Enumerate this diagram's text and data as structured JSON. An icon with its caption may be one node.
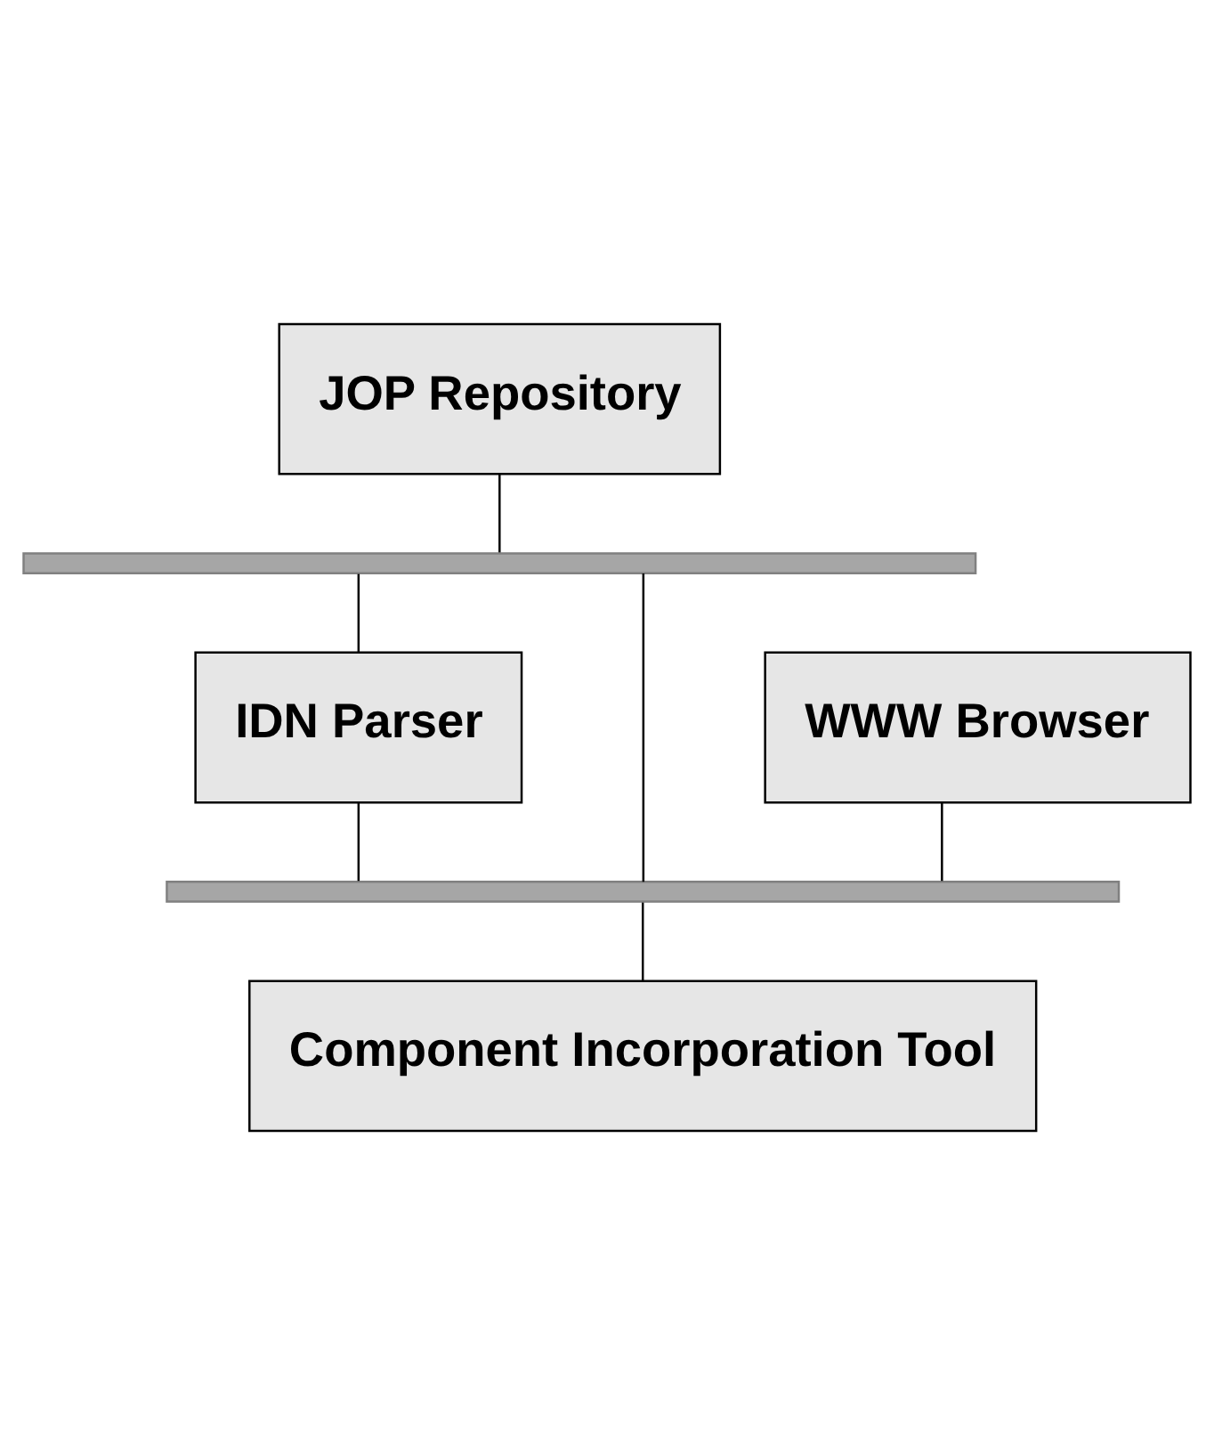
{
  "diagram": {
    "nodes": [
      {
        "text": [
          "JOP Repository"
        ]
      },
      {
        "text": [],
        "shape": "bar"
      },
      {
        "text": [
          "WWW Browser"
        ]
      },
      {
        "text": [
          "IDN Parser"
        ]
      },
      {
        "text": [],
        "shape": "bar"
      },
      {
        "text": [
          "Component Incorporation Tool"
        ]
      }
    ],
    "edges": [
      {
        "from": 0,
        "to": 1,
        "arrow": "none"
      },
      {
        "from": 1,
        "to": 3,
        "arrow": "none"
      },
      {
        "from": 1,
        "to": 4,
        "arrow": "none"
      },
      {
        "from": 2,
        "to": 4,
        "arrow": "none"
      },
      {
        "from": 3,
        "to": 4,
        "arrow": "none"
      },
      {
        "from": 4,
        "to": 5,
        "arrow": "none"
      }
    ]
  }
}
